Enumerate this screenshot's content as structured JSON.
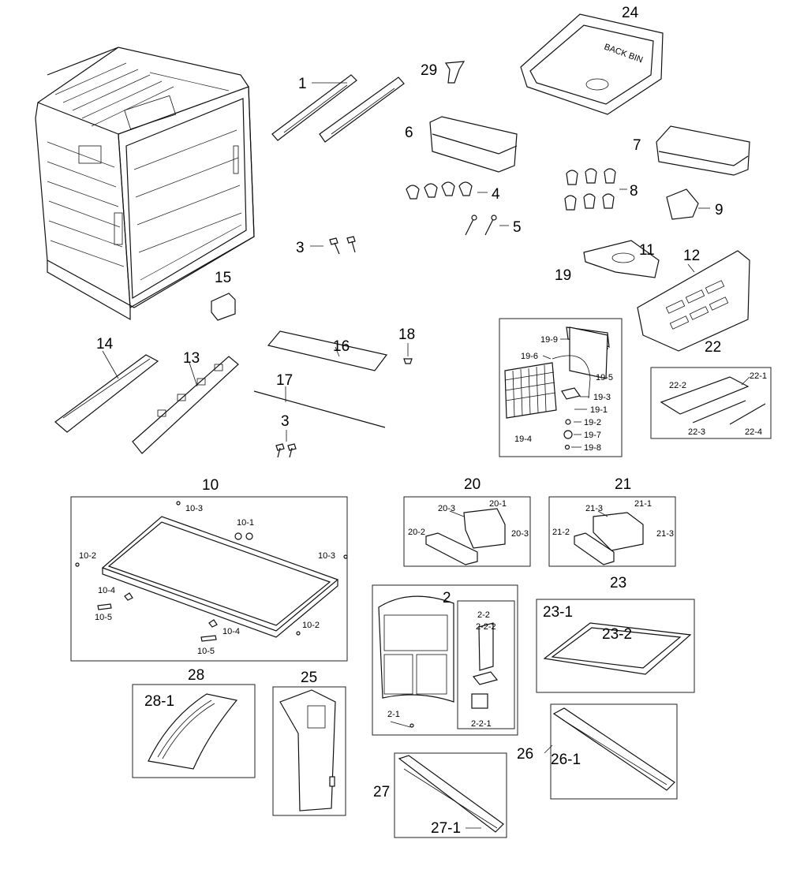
{
  "labels": {
    "p1": "1",
    "p2": "2",
    "p3a": "3",
    "p3b": "3",
    "p4": "4",
    "p5": "5",
    "p6": "6",
    "p7": "7",
    "p8": "8",
    "p9": "9",
    "p10": "10",
    "p11": "11",
    "p12": "12",
    "p13": "13",
    "p14": "14",
    "p15": "15",
    "p16": "16",
    "p17": "17",
    "p18": "18",
    "p19": "19",
    "p20": "20",
    "p21": "21",
    "p22": "22",
    "p23": "23",
    "p24": "24",
    "p25": "25",
    "p26": "26",
    "p27": "27",
    "p28": "28",
    "p29": "29",
    "p19_9": "19-9",
    "p19_6": "19-6",
    "p19_5": "19-5",
    "p19_3": "19-3",
    "p19_1": "19-1",
    "p19_2": "19-2",
    "p19_4": "19-4",
    "p19_7": "19-7",
    "p19_8": "19-8",
    "p22_1": "22-1",
    "p22_2": "22-2",
    "p22_3": "22-3",
    "p22_4": "22-4",
    "p10_3a": "10-3",
    "p10_3b": "10-3",
    "p10_1": "10-1",
    "p10_2a": "10-2",
    "p10_2b": "10-2",
    "p10_4a": "10-4",
    "p10_4b": "10-4",
    "p10_5a": "10-5",
    "p10_5b": "10-5",
    "p20_3a": "20-3",
    "p20_3b": "20-3",
    "p20_1": "20-1",
    "p20_2": "20-2",
    "p21_3a": "21-3",
    "p21_3b": "21-3",
    "p21_1": "21-1",
    "p21_2": "21-2",
    "p2_2": "2-2",
    "p2_2_2": "2-2-2",
    "p2_2_1": "2-2-1",
    "p2_1": "2-1",
    "p23_1": "23-1",
    "p23_2": "23-2",
    "p26_1": "26-1",
    "p27_1": "27-1",
    "p28_1": "28-1",
    "bin_stamp": "BACK BIN"
  }
}
